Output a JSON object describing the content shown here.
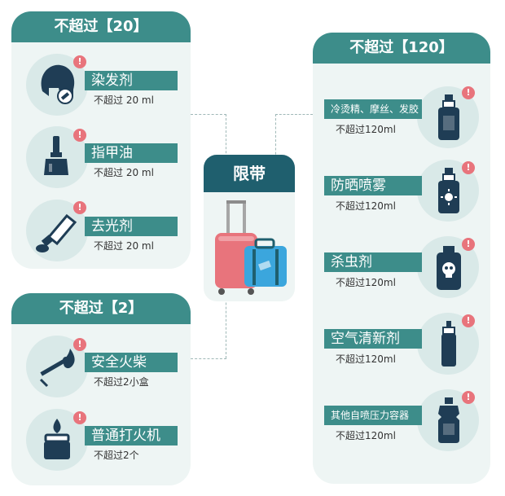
{
  "left_top": {
    "title": "不超过【20】",
    "items": [
      {
        "name": "染发剂",
        "limit": "不超过 20 ml",
        "icon": "hair-dye-icon"
      },
      {
        "name": "指甲油",
        "limit": "不超过 20 ml",
        "icon": "nail-polish-icon"
      },
      {
        "name": "去光剂",
        "limit": "不超过 20 ml",
        "icon": "remover-tube-icon"
      }
    ]
  },
  "left_bottom": {
    "title": "不超过【2】",
    "items": [
      {
        "name": "安全火柴",
        "limit": "不超过2小盒",
        "icon": "match-icon"
      },
      {
        "name": "普通打火机",
        "limit": "不超过2个",
        "icon": "lighter-icon"
      }
    ]
  },
  "center": {
    "title": "限带",
    "icon": "luggage-icon"
  },
  "right": {
    "title": "不超过【120】",
    "items": [
      {
        "name": "冷烫精、摩丝、发胶",
        "limit": "不超过120ml",
        "icon": "spray-bottle-icon"
      },
      {
        "name": "防晒喷雾",
        "limit": "不超过120ml",
        "icon": "sunscreen-spray-icon"
      },
      {
        "name": "杀虫剂",
        "limit": "不超过120ml",
        "icon": "insecticide-icon"
      },
      {
        "name": "空气清新剂",
        "limit": "不超过120ml",
        "icon": "air-freshener-icon"
      },
      {
        "name": "其他自喷压力容器",
        "limit": "不超过120ml",
        "icon": "pressure-container-icon"
      }
    ]
  },
  "badge_symbol": "!",
  "colors": {
    "teal": "#3d8d8a",
    "dark_icon": "#1f3d55",
    "panel_bg": "#eef5f4",
    "circle_bg": "#d9e9e8",
    "badge": "#e8747c"
  }
}
